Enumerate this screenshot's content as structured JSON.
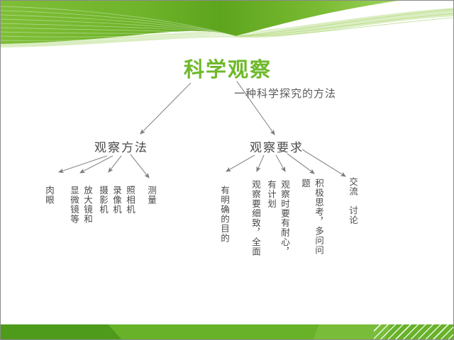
{
  "slide": {
    "title": "科学观察",
    "subtitle": "一种科学探究的方法",
    "colors": {
      "title_green": "#6EB92B",
      "header_green": "#6FB42B",
      "bottom_bar_green": "#68B22A",
      "text_gray": "#4A4A4A",
      "connector_gray": "#8A8A8A"
    }
  },
  "diagram": {
    "root_label": "科学观察",
    "branches": [
      {
        "label": "观察方法",
        "children": [
          "肉眼",
          "放大镜和\n显微镜等",
          "照相机\n录像机\n摄影机",
          "测量"
        ]
      },
      {
        "label": "观察要求",
        "children": [
          "有明确的目的",
          "观察要细致，全面",
          "观察时要有耐心，\n有计划",
          "积极思考，多问问\n题",
          "交流　讨论"
        ]
      }
    ]
  }
}
